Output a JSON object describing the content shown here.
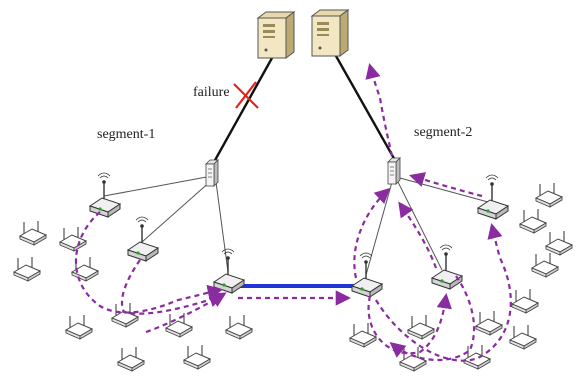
{
  "labels": {
    "failure": "failure",
    "segment1": "segment-1",
    "segment2": "segment-2"
  },
  "colors": {
    "path": "#8a2ca0",
    "backbone": "#1f35d6",
    "failure_mark": "#e0241b",
    "uplink": "#111111",
    "link": "#555555",
    "device_outline": "#333333",
    "server_body": "#f0e2b8",
    "led": "#2aa12a"
  },
  "icons": {
    "server": "server-icon",
    "switch": "switch-icon",
    "gateway_router": "wireless-router-icon",
    "node": "mesh-node-icon",
    "failure": "x-mark-icon"
  }
}
